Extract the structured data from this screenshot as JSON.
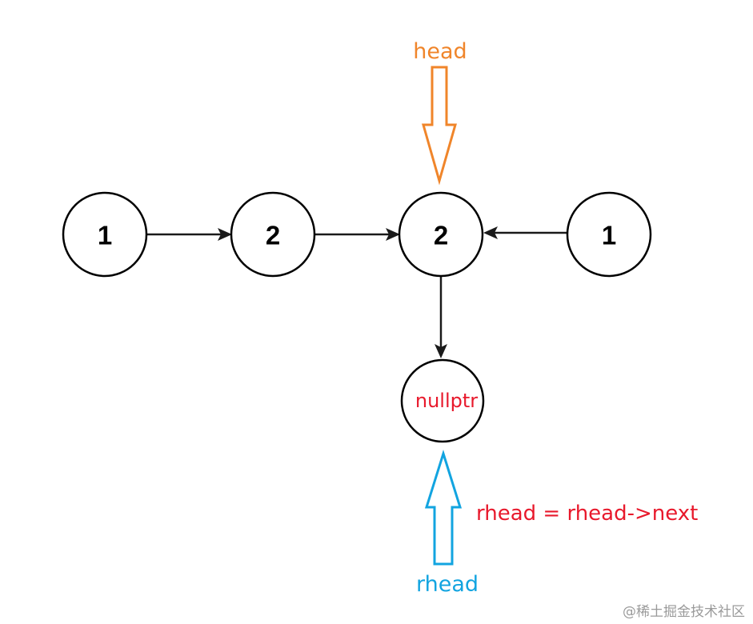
{
  "nodes": [
    {
      "id": "n1",
      "label": "1"
    },
    {
      "id": "n2",
      "label": "2"
    },
    {
      "id": "n3",
      "label": "2"
    },
    {
      "id": "n4",
      "label": "1"
    },
    {
      "id": "null",
      "label": "nullptr"
    }
  ],
  "edges": [
    {
      "from": "n1",
      "to": "n2"
    },
    {
      "from": "n2",
      "to": "n3"
    },
    {
      "from": "n4",
      "to": "n3"
    },
    {
      "from": "n3",
      "to": "null"
    }
  ],
  "pointers": {
    "head": {
      "label": "head",
      "points_to": "n3",
      "color": "#f0852a"
    },
    "rhead": {
      "label": "rhead",
      "points_to": "null",
      "color": "#12a4e0"
    }
  },
  "operation": {
    "text": "rhead = rhead->next",
    "color": "#e8192c"
  },
  "null_text_color": "#e8192c",
  "watermark": "@稀土掘金技术社区"
}
